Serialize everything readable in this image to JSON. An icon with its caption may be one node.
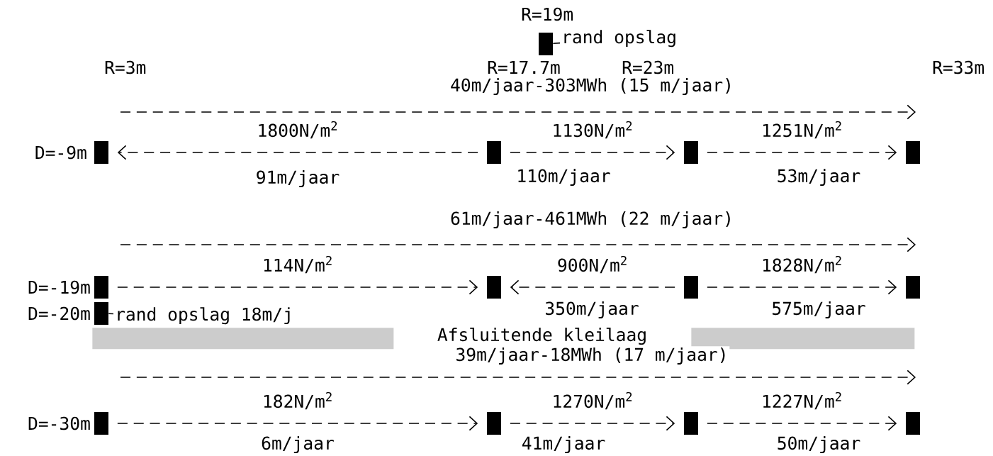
{
  "diagram": {
    "nodes": [
      {
        "text": [],
        "shape": "box"
      },
      {
        "text": [
          "rand opslag"
        ]
      },
      {
        "text": [],
        "shape": "box"
      },
      {
        "text": [],
        "shape": "box"
      },
      {
        "text": [],
        "shape": "box"
      },
      {
        "text": [],
        "shape": "box"
      },
      {
        "text": [],
        "shape": "box"
      },
      {
        "text": [],
        "shape": "box"
      },
      {
        "text": [],
        "shape": "box"
      },
      {
        "text": [],
        "shape": "box"
      },
      {
        "text": [],
        "shape": "box"
      },
      {
        "text": [
          "rand opslag 18m/j"
        ]
      },
      {
        "text": [],
        "shape": "box"
      },
      {
        "text": [],
        "shape": "box"
      },
      {
        "text": [],
        "shape": "box"
      },
      {
        "text": [],
        "shape": "box"
      },
      {
        "text": [],
        "shape": "bar"
      },
      {
        "text": [],
        "shape": "bar"
      }
    ],
    "edges": [
      {
        "from": 1,
        "to": 0,
        "arrow": "none"
      },
      {
        "from": 3,
        "to": 2,
        "arrow": "to",
        "label": "1800N/m$^{2}$",
        "style": "dashed"
      },
      {
        "from": 3,
        "to": 4,
        "arrow": "to",
        "label": "1130N/m$^{2}$",
        "style": "dashed"
      },
      {
        "from": 4,
        "to": 5,
        "arrow": "to",
        "label": "1251N/m$^{2}$",
        "style": "dashed"
      },
      {
        "from": 6,
        "to": 7,
        "arrow": "to",
        "label": "114N/m$^{2}$",
        "style": "dashed"
      },
      {
        "from": 8,
        "to": 7,
        "arrow": "to",
        "label": "900N/m$^{2}$",
        "style": "dashed"
      },
      {
        "from": 8,
        "to": 9,
        "arrow": "to",
        "label": "1828N/m$^{2}$",
        "style": "dashed"
      },
      {
        "from": 11,
        "to": 10,
        "arrow": "none"
      },
      {
        "from": 12,
        "to": 13,
        "arrow": "to",
        "label": "182N/m$^{2}$",
        "style": "dashed"
      },
      {
        "from": 13,
        "to": 14,
        "arrow": "to",
        "label": "1270N/m$^{2}$",
        "style": "dashed"
      },
      {
        "from": 14,
        "to": 15,
        "arrow": "to",
        "label": "1227N/m$^{2}$",
        "style": "dashed"
      }
    ],
    "labels": [
      "R=19m",
      "R=3m",
      "R=17.7m",
      "R=23m",
      "R=33m",
      "40m/jaar-303MWh (15 m/jaar)",
      "D=-9m",
      "91m/jaar",
      "110m/jaar",
      "53m/jaar",
      "61m/jaar-461MWh (22 m/jaar)",
      "D=-19m",
      "D=-20m",
      "350m/jaar",
      "575m/jaar",
      "Afsluitende kleilaag",
      "39m/jaar-18MWh (17 m/jaar)",
      "D=-30m",
      "6m/jaar",
      "41m/jaar",
      "50m/jaar"
    ]
  }
}
